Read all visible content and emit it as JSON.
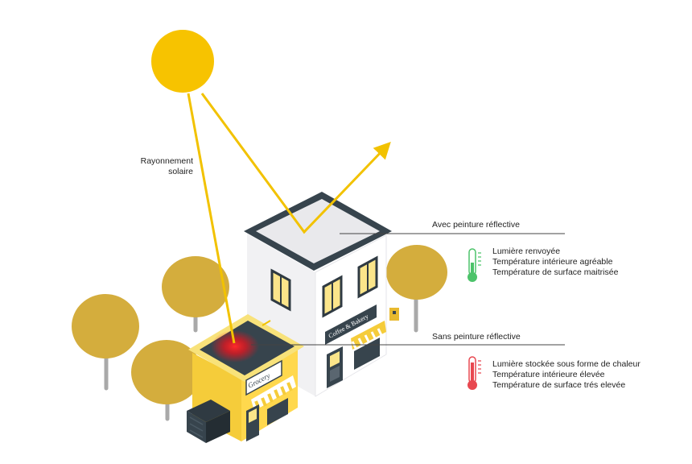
{
  "labels": {
    "solar_radiation_line1": "Rayonnement",
    "solar_radiation_line2": "solaire",
    "with_reflective": "Avec peinture réflective",
    "without_reflective": "Sans peinture réflective"
  },
  "with_reflective_effects": [
    "Lumière renvoyée",
    "Température intérieure agréable",
    "Température de surface maitrisée"
  ],
  "without_reflective_effects": [
    "Lumière stockée sous forme de chaleur",
    "Température intérieure élevée",
    "Température de surface trés elevée"
  ],
  "signs": {
    "bakery": "Coffee & Bakery",
    "grocery": "Grocery"
  },
  "colors": {
    "sun": "#f7c300",
    "ray": "#f2c200",
    "tree": "#d4ad3d",
    "cool_thermometer": "#4cc36a",
    "hot_thermometer": "#e84850",
    "hot_spot": "#e8141e",
    "grocery_wall": "#f5cc3a",
    "roof_frame": "#37444d"
  },
  "icons": {
    "cool": "thermometer-cool-icon",
    "hot": "thermometer-hot-icon"
  }
}
